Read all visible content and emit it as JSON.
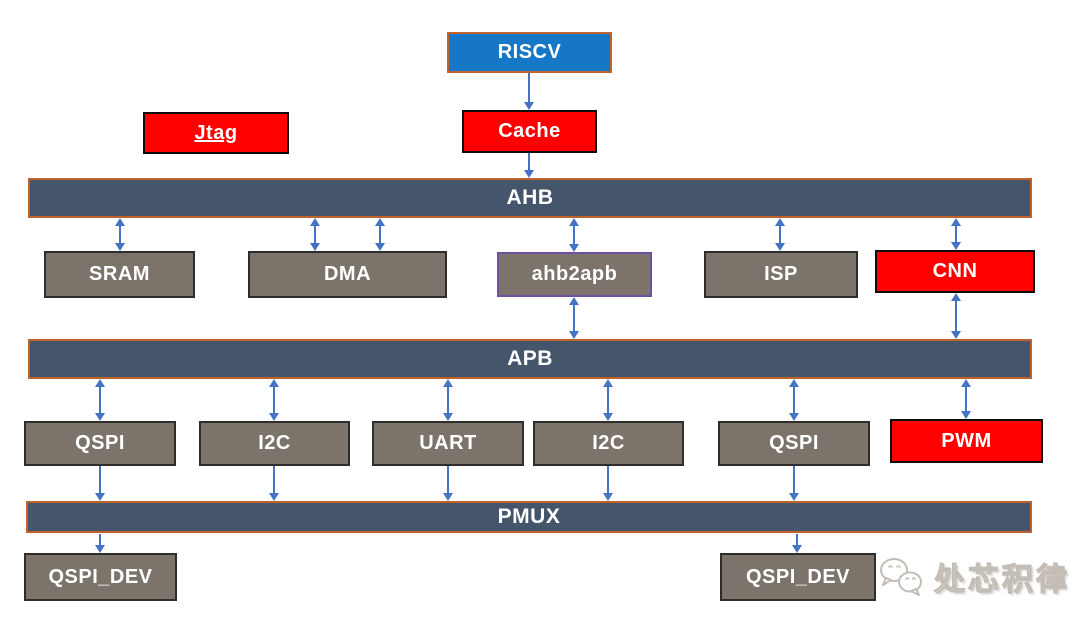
{
  "nodes": {
    "riscv": {
      "label": "RISCV"
    },
    "jtag": {
      "label": "Jtag"
    },
    "cache": {
      "label": "Cache"
    },
    "ahb": {
      "label": "AHB"
    },
    "sram": {
      "label": "SRAM"
    },
    "dma": {
      "label": "DMA"
    },
    "ahb2apb": {
      "label": "ahb2apb"
    },
    "isp": {
      "label": "ISP"
    },
    "cnn": {
      "label": "CNN"
    },
    "apb": {
      "label": "APB"
    },
    "qspi1": {
      "label": "QSPI"
    },
    "i2c1": {
      "label": "I2C"
    },
    "uart": {
      "label": "UART"
    },
    "i2c2": {
      "label": "I2C"
    },
    "qspi2": {
      "label": "QSPI"
    },
    "pwm": {
      "label": "PWM"
    },
    "pmux": {
      "label": "PMUX"
    },
    "qspi_dev1": {
      "label": "QSPI_DEV"
    },
    "qspi_dev2": {
      "label": "QSPI_DEV"
    }
  },
  "connections": [
    {
      "from": "riscv",
      "to": "cache",
      "type": "one-way"
    },
    {
      "from": "cache",
      "to": "ahb",
      "type": "one-way"
    },
    {
      "from": "ahb",
      "to": "sram",
      "type": "bidirectional"
    },
    {
      "from": "ahb",
      "to": "dma",
      "type": "bidirectional"
    },
    {
      "from": "ahb",
      "to": "dma",
      "type": "bidirectional"
    },
    {
      "from": "ahb",
      "to": "ahb2apb",
      "type": "bidirectional"
    },
    {
      "from": "ahb",
      "to": "isp",
      "type": "bidirectional"
    },
    {
      "from": "ahb",
      "to": "cnn",
      "type": "bidirectional"
    },
    {
      "from": "ahb2apb",
      "to": "apb",
      "type": "bidirectional"
    },
    {
      "from": "cnn",
      "to": "apb",
      "type": "bidirectional"
    },
    {
      "from": "apb",
      "to": "qspi1",
      "type": "bidirectional"
    },
    {
      "from": "apb",
      "to": "i2c1",
      "type": "bidirectional"
    },
    {
      "from": "apb",
      "to": "uart",
      "type": "bidirectional"
    },
    {
      "from": "apb",
      "to": "i2c2",
      "type": "bidirectional"
    },
    {
      "from": "apb",
      "to": "qspi2",
      "type": "bidirectional"
    },
    {
      "from": "apb",
      "to": "pwm",
      "type": "bidirectional"
    },
    {
      "from": "qspi1",
      "to": "pmux",
      "type": "one-way"
    },
    {
      "from": "i2c1",
      "to": "pmux",
      "type": "one-way"
    },
    {
      "from": "uart",
      "to": "pmux",
      "type": "one-way"
    },
    {
      "from": "i2c2",
      "to": "pmux",
      "type": "one-way"
    },
    {
      "from": "qspi2",
      "to": "pmux",
      "type": "one-way"
    },
    {
      "from": "pmux",
      "to": "qspi_dev1",
      "type": "one-way"
    },
    {
      "from": "pmux",
      "to": "qspi_dev2",
      "type": "one-way"
    }
  ],
  "watermark": {
    "text": "处芯积律",
    "icon": "wechat-logo"
  },
  "colors": {
    "cpu_blue": "#1577C6",
    "highlight_red": "#FE0000",
    "block_gray": "#7C746B",
    "bus_navy": "#45556B",
    "bus_border_orange": "#C0632A",
    "bridge_border_purple": "#6F4FA0",
    "arrow_blue": "#4472C4"
  }
}
